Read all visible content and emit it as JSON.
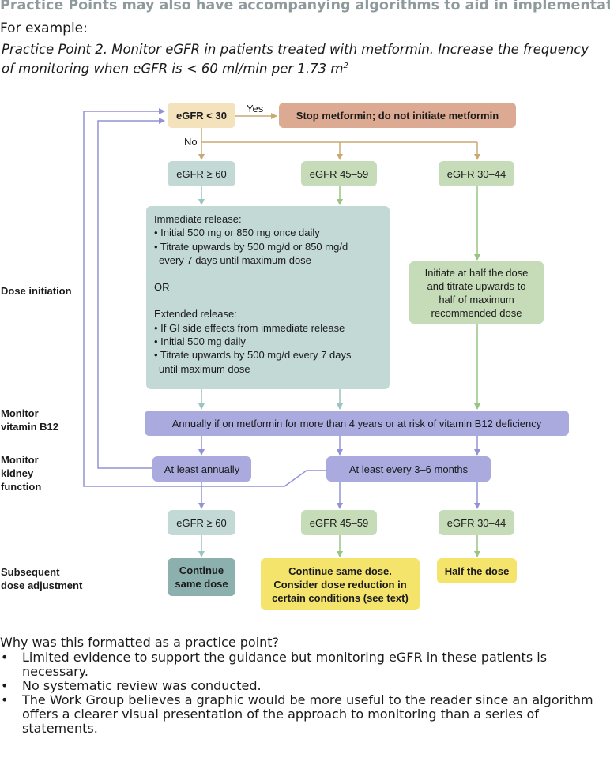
{
  "heading": "Practice Points may also have accompanying algorithms to aid in implementation",
  "example_label": "For example:",
  "practice_point": {
    "text": "Practice Point 2. Monitor eGFR in patients treated with metformin. Increase the frequency of monitoring when eGFR is < 60 ml/min per 1.73 m",
    "superscript": "2"
  },
  "diagram": {
    "side_labels": {
      "dose_initiation": "Dose initiation",
      "monitor_b12_line1": "Monitor",
      "monitor_b12_line2": "vitamin B12",
      "monitor_kidney_line1": "Monitor",
      "monitor_kidney_line2": "kidney",
      "monitor_kidney_line3": "function",
      "subsequent_line1": "Subsequent",
      "subsequent_line2": "dose adjustment"
    },
    "branch_labels": {
      "yes": "Yes",
      "no": "No"
    },
    "egfr_lt30": "eGFR < 30",
    "stop": "Stop metformin; do not initiate metformin",
    "egfr_ge60": "eGFR ≥ 60",
    "egfr_45_59": "eGFR 45–59",
    "egfr_30_44": "eGFR 30–44",
    "dosing": {
      "immediate_title": "Immediate release:",
      "immediate_1": "• Initial 500 mg or 850 mg once daily",
      "immediate_2a": "• Titrate upwards by 500 mg/d or 850 mg/d",
      "immediate_2b": "  every 7 days until maximum dose",
      "or": "OR",
      "extended_title": "Extended release:",
      "extended_1": "• If GI side effects from immediate release",
      "extended_2": "• Initial 500 mg daily",
      "extended_3a": "• Titrate upwards by 500 mg/d every 7 days",
      "extended_3b": "  until maximum dose"
    },
    "half_dose_init": {
      "l1": "Initiate at half the dose",
      "l2": "and titrate upwards to",
      "l3": "half of maximum",
      "l4": "recommended dose"
    },
    "b12": "Annually if on metformin for more than 4 years or at risk of vitamin B12 deficiency",
    "annually": "At least annually",
    "every_3_6": "At least every 3–6 months",
    "continue_same": {
      "l1": "Continue",
      "l2": "same dose"
    },
    "consider_reduction": {
      "l1": "Continue same dose.",
      "l2": "Consider dose reduction in",
      "l3": "certain conditions (see text)"
    },
    "half_dose": "Half the dose",
    "colors": {
      "teal_light": "#c3d9d6",
      "teal_dark": "#8bb0ad",
      "green_light": "#c6dcb8",
      "peach": "#dca992",
      "beige": "#f3e2bc",
      "purple": "#aaaadf",
      "yellow": "#f5e46c",
      "line_gold": "#c9aa74",
      "line_purple": "#9292d6",
      "line_teal": "#9ec3c0",
      "line_green": "#98c482"
    }
  },
  "why": {
    "question": "Why was this formatted as a practice point?",
    "bullets": [
      "Limited evidence to support the guidance but monitoring eGFR in these patients is necessary.",
      "No systematic review was conducted.",
      "The Work Group believes a graphic would be more useful to the reader since an algorithm offers a clearer visual presentation of the approach to monitoring than a series of statements."
    ]
  }
}
